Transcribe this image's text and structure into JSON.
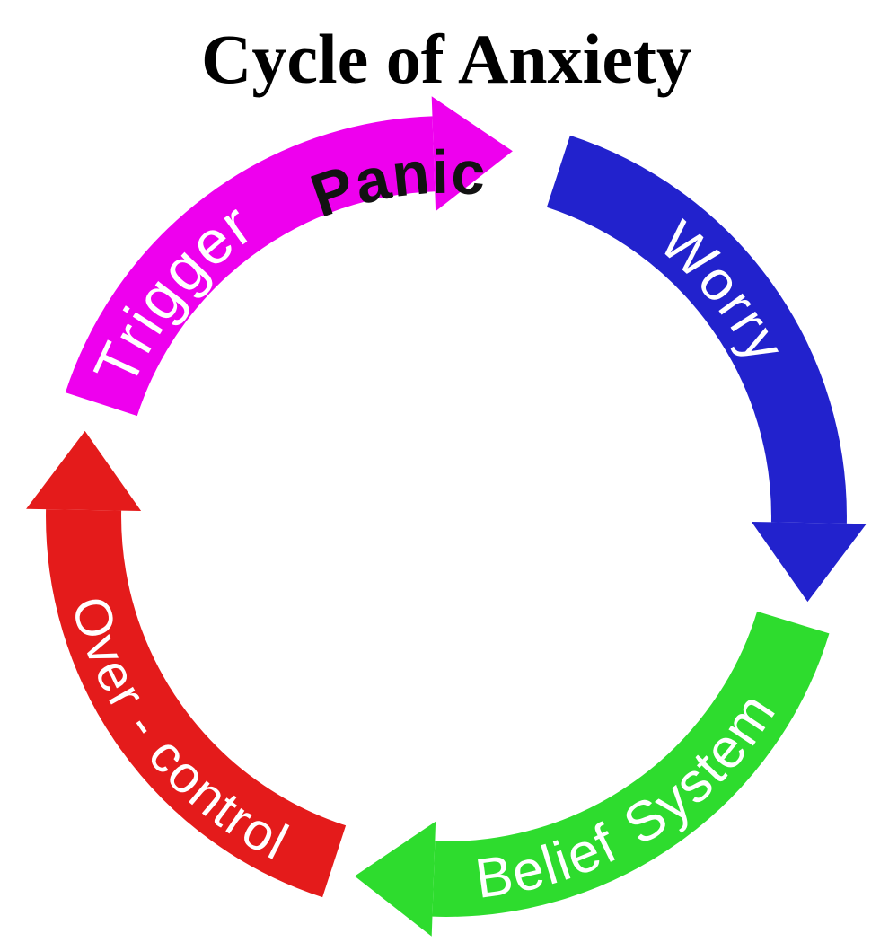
{
  "title": "Cycle of Anxiety",
  "cycle": {
    "trigger": {
      "label": "Trigger",
      "head_label": "Panic",
      "color": "#EE00EE"
    },
    "worry": {
      "label": "Worry",
      "color": "#2222CD"
    },
    "belief": {
      "label": "Belief System",
      "word1": "Belief",
      "word2": "System",
      "color": "#2EDC2E"
    },
    "overcontrol": {
      "label": "Over - control",
      "color": "#E41B1B"
    }
  },
  "text_colors": {
    "arc_labels": "#FFFFFF",
    "panic_label": "#121212",
    "title": "#000000"
  }
}
